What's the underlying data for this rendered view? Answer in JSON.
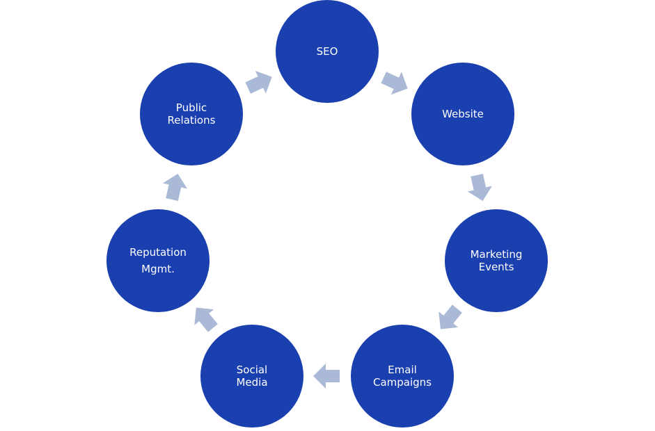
{
  "diagram": {
    "type": "cycle",
    "colors": {
      "node": "#1a3faf",
      "arrow": "#a9b9d6",
      "text": "#ffffff"
    },
    "nodes": [
      {
        "id": "seo",
        "lines": [
          "SEO"
        ]
      },
      {
        "id": "website",
        "lines": [
          "Website"
        ]
      },
      {
        "id": "marketing-events",
        "lines": [
          "Marketing",
          "Events"
        ]
      },
      {
        "id": "email-campaigns",
        "lines": [
          "Email",
          "Campaigns"
        ]
      },
      {
        "id": "social-media",
        "lines": [
          "Social",
          "Media"
        ]
      },
      {
        "id": "reputation-mgmt",
        "lines": [
          "Reputation",
          "Mgmt."
        ]
      },
      {
        "id": "public-relations",
        "lines": [
          "Public",
          "Relations"
        ]
      }
    ],
    "edges": [
      [
        "seo",
        "website"
      ],
      [
        "website",
        "marketing-events"
      ],
      [
        "marketing-events",
        "email-campaigns"
      ],
      [
        "email-campaigns",
        "social-media"
      ],
      [
        "social-media",
        "reputation-mgmt"
      ],
      [
        "reputation-mgmt",
        "public-relations"
      ],
      [
        "public-relations",
        "seo"
      ]
    ]
  }
}
